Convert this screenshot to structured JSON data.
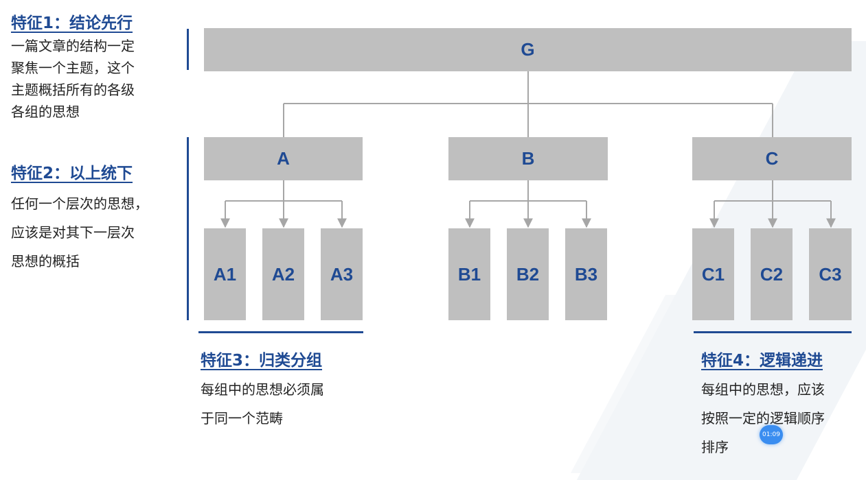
{
  "features": [
    {
      "title": "特征1：结论先行",
      "body": "一篇文章的结构一定\n聚焦一个主题，这个\n主题概括所有的各级\n各组的思想"
    },
    {
      "title": "特征2：以上统下",
      "body": "任何一个层次的思想，\n应该是对其下一层次\n思想的概括"
    },
    {
      "title": "特征3：归类分组",
      "body": "每组中的思想必须属\n于同一个范畴"
    },
    {
      "title": "特征4：逻辑递进",
      "body": "每组中的思想，应该\n按照一定的逻辑顺序\n排序"
    }
  ],
  "tree": {
    "root": "G",
    "groups": [
      {
        "label": "A",
        "children": [
          "A1",
          "A2",
          "A3"
        ]
      },
      {
        "label": "B",
        "children": [
          "B1",
          "B2",
          "B3"
        ]
      },
      {
        "label": "C",
        "children": [
          "C1",
          "C2",
          "C3"
        ]
      }
    ]
  },
  "player": {
    "time": "01:09"
  },
  "colors": {
    "accent": "#1f4a93",
    "node": "#bfbfbf",
    "connector": "#a6a6a6"
  }
}
